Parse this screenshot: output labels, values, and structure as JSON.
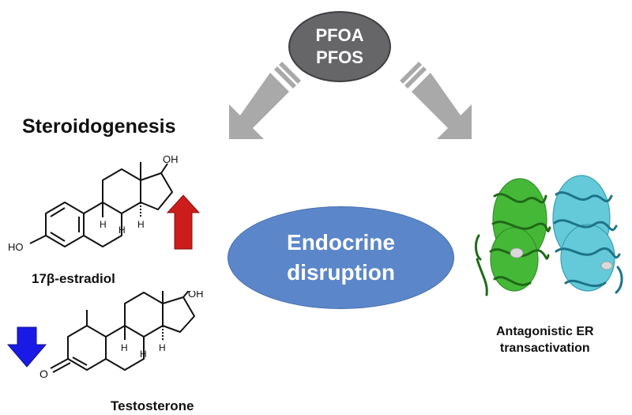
{
  "source": {
    "line1": "PFOA",
    "line2": "PFOS"
  },
  "left_branch": {
    "title": "Steroidogenesis"
  },
  "center": {
    "line1": "Endocrine",
    "line2": "disruption"
  },
  "molecules": {
    "estradiol": {
      "name": "17β-estradiol",
      "label_oh": "OH",
      "label_ho": "HO",
      "label_h": "H",
      "change": "up"
    },
    "testosterone": {
      "name": "Testosterone",
      "label_oh": "OH",
      "label_o": "O",
      "label_h": "H",
      "change": "down"
    }
  },
  "right_branch": {
    "line1": "Antagonistic ER",
    "line2": "transactivation"
  },
  "colors": {
    "source_oval": "#666669",
    "center_oval": "#5b86c9",
    "flow_arrow": "#a9a9a9",
    "increase_arrow": "#cc1c1c",
    "decrease_arrow": "#1a1ae6",
    "protein_chain_a": "#3cb52e",
    "protein_chain_b": "#5cc8d8"
  }
}
